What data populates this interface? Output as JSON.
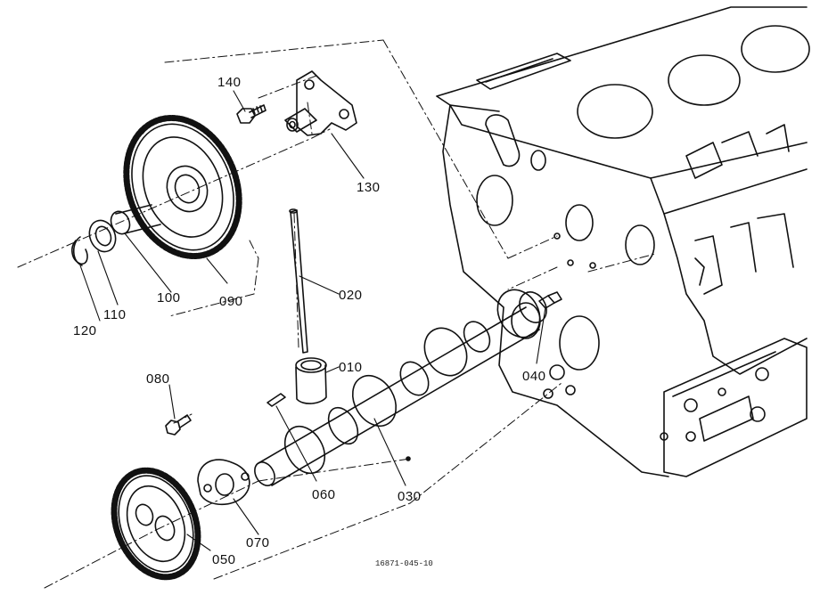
{
  "figure_id": "16871-045-10",
  "callouts": [
    {
      "key": "c140",
      "text": "140"
    },
    {
      "key": "c130",
      "text": "130"
    },
    {
      "key": "c090",
      "text": "090"
    },
    {
      "key": "c100",
      "text": "100"
    },
    {
      "key": "c110",
      "text": "110"
    },
    {
      "key": "c120",
      "text": "120"
    },
    {
      "key": "c020",
      "text": "020"
    },
    {
      "key": "c010",
      "text": "010"
    },
    {
      "key": "c040",
      "text": "040"
    },
    {
      "key": "c080",
      "text": "080"
    },
    {
      "key": "c060",
      "text": "060"
    },
    {
      "key": "c030",
      "text": "030"
    },
    {
      "key": "c070",
      "text": "070"
    },
    {
      "key": "c050",
      "text": "050"
    }
  ]
}
